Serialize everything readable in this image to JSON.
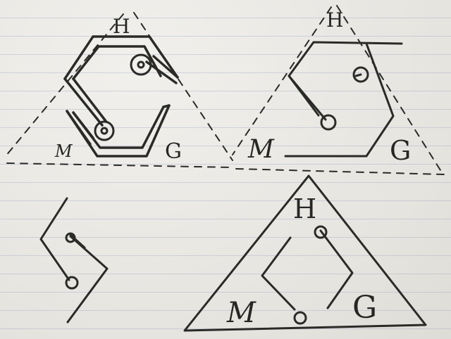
{
  "colors": {
    "ink": "#2a2a28",
    "paper": "#e9e7e2",
    "ruled_line": "#8c9bbd"
  },
  "sketches": {
    "top_left": {
      "label_top": "H",
      "label_left": "M",
      "label_right": "G"
    },
    "top_right": {
      "label_top": "H",
      "label_left": "M",
      "label_right": "G"
    },
    "bottom_right": {
      "label_top": "H",
      "label_left": "M",
      "label_right": "G"
    }
  }
}
